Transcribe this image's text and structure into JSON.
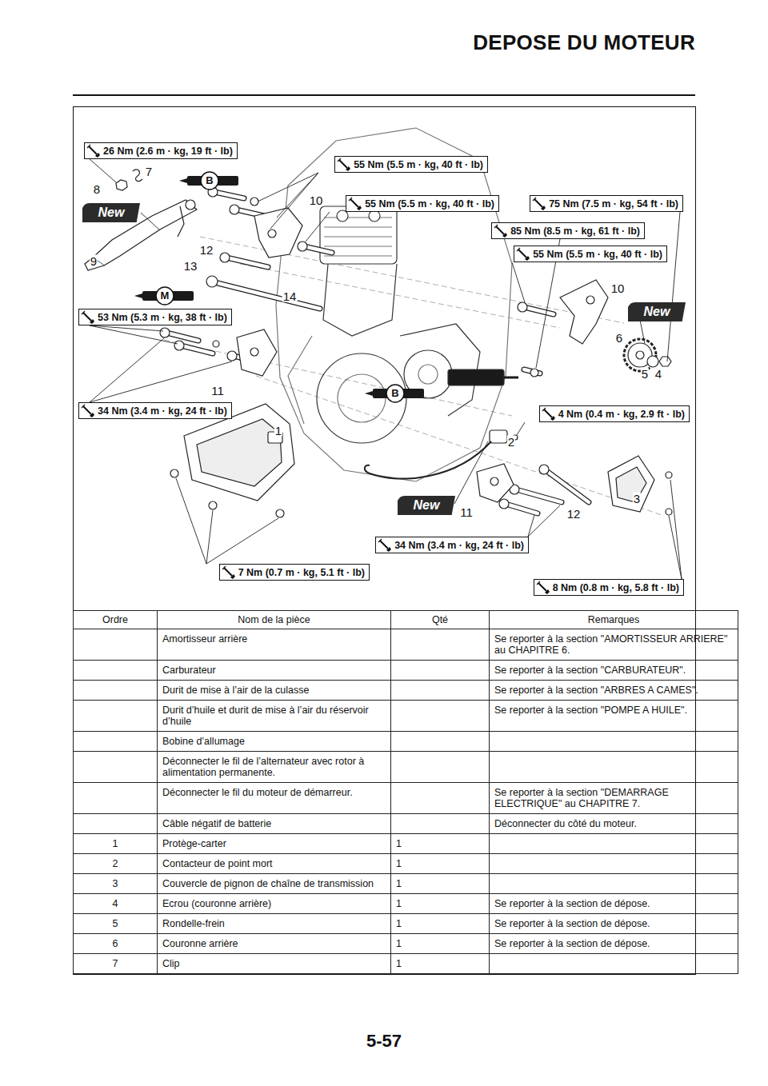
{
  "diagram": {
    "title": "DEPOSE DU MOTEUR",
    "nodes": [
      {
        "text": [
          "26 Nm (2.6 m · kg, 19 ft · lb)"
        ]
      },
      {
        "text": [
          "55 Nm (5.5 m · kg, 40 ft · lb)"
        ]
      },
      {
        "text": [
          "55 Nm (5.5 m · kg, 40 ft · lb)"
        ]
      },
      {
        "text": [
          "75 Nm (7.5 m · kg, 54 ft · lb)"
        ]
      },
      {
        "text": [
          "85 Nm (8.5 m · kg, 61 ft · lb)"
        ]
      },
      {
        "text": [
          "55 Nm (5.5 m · kg, 40 ft · lb)"
        ]
      },
      {
        "text": [
          "53 Nm (5.3 m · kg, 38 ft · lb)"
        ]
      },
      {
        "text": [
          "34 Nm (3.4 m · kg, 24 ft · lb)"
        ]
      },
      {
        "text": [
          "4 Nm (0.4 m · kg, 2.9 ft · lb)"
        ]
      },
      {
        "text": [
          "34 Nm (3.4 m · kg, 24 ft · lb)"
        ]
      },
      {
        "text": [
          "7 Nm (0.7 m · kg, 5.1 ft · lb)"
        ]
      },
      {
        "text": [
          "8 Nm (0.8 m · kg, 5.8 ft · lb)"
        ]
      },
      {
        "text": [
          "New"
        ]
      },
      {
        "text": [
          "New"
        ]
      },
      {
        "text": [
          "New"
        ]
      },
      {
        "text": [
          "B"
        ]
      },
      {
        "text": [
          "M"
        ]
      },
      {
        "text": [
          "B"
        ]
      }
    ],
    "labels": [
      "7",
      "8",
      "9",
      "10",
      "12",
      "13",
      "14",
      "10",
      "6",
      "5",
      "4",
      "11",
      "1",
      "2",
      "11",
      "12",
      "3",
      "5-57",
      "Ordre",
      "Nom de la pièce",
      "Qté",
      "Remarques",
      "Amortisseur arrière",
      "Se reporter à la section \"AMORTISSEUR ARRIERE\" au CHAPITRE 6.",
      "Carburateur",
      "Se reporter à la section \"CARBURATEUR\".",
      "Durit de mise à l’air de la culasse",
      "Se reporter à la section \"ARBRES A CAMES\".",
      "Durit d’huile et durit de mise à l’air du réservoir d’huile",
      "Se reporter à la section \"POMPE A HUILE\".",
      "Bobine d’allumage",
      "Déconnecter le fil de l’alternateur avec rotor à alimentation permanente.",
      "Déconnecter le fil du moteur de démarreur.",
      "Se reporter à la section \"DEMARRAGE ELECTRIQUE\" au CHAPITRE 7.",
      "Câble négatif de batterie",
      "Déconnecter du côté du moteur.",
      "1",
      "Protège-carter",
      "1",
      "2",
      "Contacteur de point mort",
      "1",
      "3",
      "Couvercle de pignon de chaîne de transmission",
      "1",
      "4",
      "Ecrou (couronne arrière)",
      "1",
      "Se reporter à la section de dépose.",
      "5",
      "Rondelle-frein",
      "1",
      "Se reporter à la section de dépose.",
      "6",
      "Couronne arrière",
      "1",
      "Se reporter à la section de dépose.",
      "7",
      "Clip",
      "1"
    ]
  }
}
